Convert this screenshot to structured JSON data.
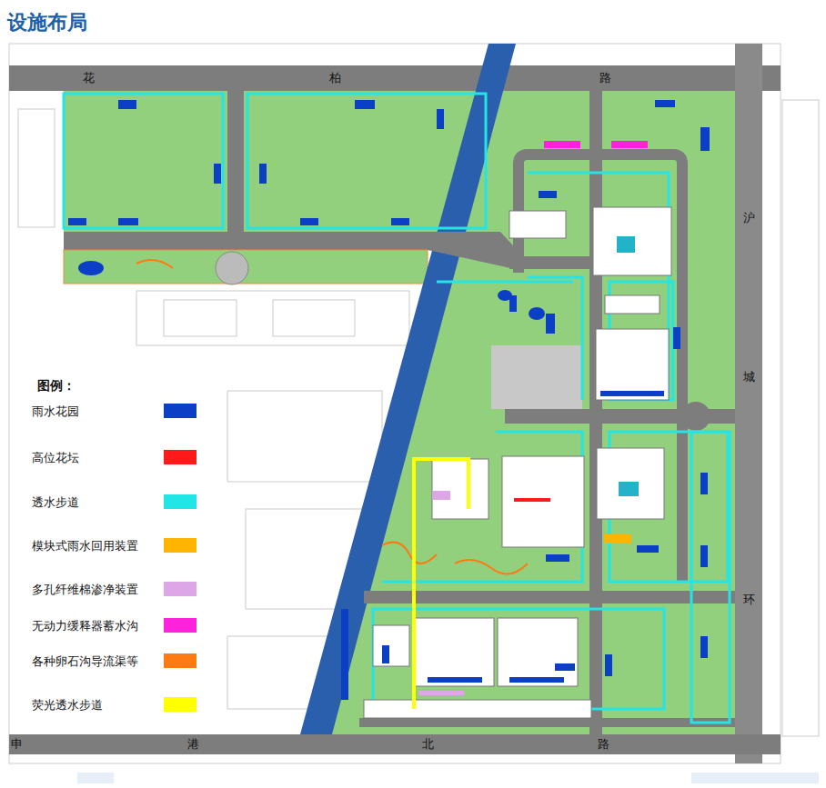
{
  "diagram": {
    "title": "设施布局",
    "labels": [
      "花",
      "柏",
      "路",
      "沪",
      "城",
      "环",
      "申",
      "港",
      "北",
      "路",
      "图例："
    ],
    "legend": [
      {
        "text": "雨水花园",
        "color": "#0b3fc6"
      },
      {
        "text": "高位花坛",
        "color": "#ff1a1a"
      },
      {
        "text": "透水步道",
        "color": "#22e5e5"
      },
      {
        "text": "模块式雨水回用装置",
        "color": "#ffb400"
      },
      {
        "text": "多孔纤维棉渗净装置",
        "color": "#dda6e6"
      },
      {
        "text": "无动力缓释器蓄水沟",
        "color": "#ff22dd"
      },
      {
        "text": "各种卵石沟导流渠等",
        "color": "#ff7a10"
      },
      {
        "text": "荧光透水步道",
        "color": "#ffff00"
      }
    ]
  }
}
